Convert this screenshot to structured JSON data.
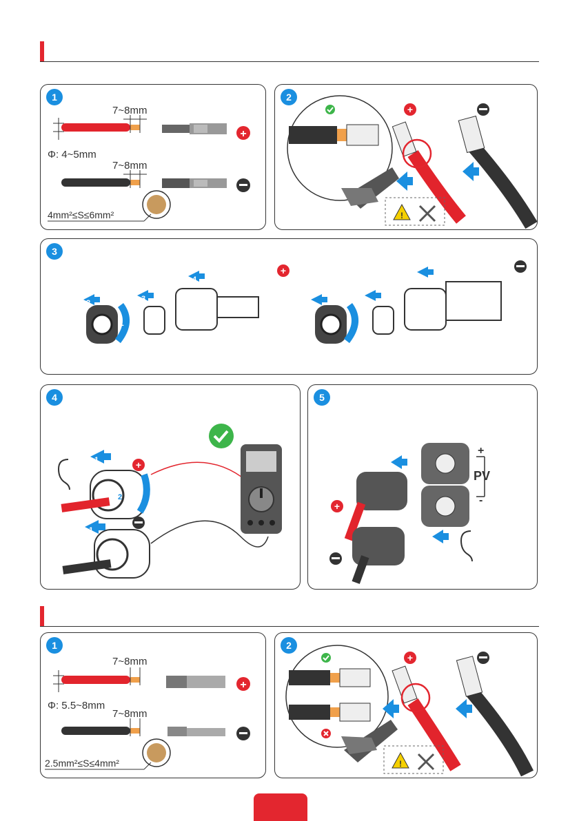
{
  "steps": {
    "s1": "1",
    "s2": "2",
    "s3": "3",
    "s4": "4",
    "s5": "5",
    "b1": "1",
    "b2": "2"
  },
  "panel1": {
    "strip_length": "7~8mm",
    "diameter": "Φ: 4~5mm",
    "strip_length_2": "7~8mm",
    "cross_section": "4mm²≤S≤6mm²"
  },
  "panel3": {
    "n1": "1",
    "n2": "2",
    "n3": "3",
    "n4": "4"
  },
  "panel4": {
    "n1": "1",
    "n2": "2",
    "n3": "1"
  },
  "panel5": {
    "plus": "+",
    "pv": "PV",
    "minus": "-"
  },
  "bottom1": {
    "strip_length": "7~8mm",
    "diameter": "Φ: 5.5~8mm",
    "strip_length_2": "7~8mm",
    "cross_section": "2.5mm²≤S≤4mm²"
  },
  "colors": {
    "accent": "#e3262f",
    "step_badge": "#1a8fe0",
    "ok": "#3db54a",
    "cable_red": "#e2242c",
    "cable_black": "#333333",
    "copper": "#f0a04b"
  },
  "icons": [
    "plus-icon",
    "minus-icon",
    "check-icon",
    "cross-icon",
    "warning-icon",
    "tools-icon",
    "ear-icon",
    "arrow-icon"
  ]
}
